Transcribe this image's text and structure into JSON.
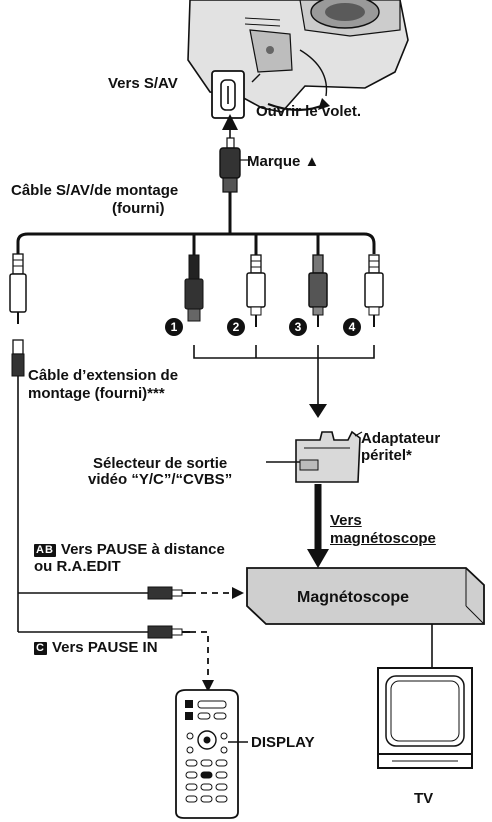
{
  "labels": {
    "vers_sav": "Vers S/AV",
    "ouvrir_volet": "Ouvrir le volet.",
    "marque": "Marque ▲",
    "cable_sav_line1": "Câble S/AV/de montage",
    "cable_sav_line2": "(fourni)",
    "cable_ext_line1": "Câble d’extension de",
    "cable_ext_line2": "montage (fourni)***",
    "selecteur_line1": "Sélecteur de sortie",
    "selecteur_line2": "vidéo “Y/C”/“CVBS”",
    "adaptateur_line1": "Adaptateur",
    "adaptateur_line2": "péritel*",
    "vers_magneto_line1": "Vers",
    "vers_magneto_line2": "magnétoscope",
    "tag_ab": "AB",
    "pause_distance_line1": "Vers PAUSE à distance",
    "pause_distance_line2": "ou R.A.EDIT",
    "magnetoscope": "Magnétoscope",
    "tag_c": "C",
    "pause_in": "Vers PAUSE IN",
    "display": "DISPLAY",
    "tv": "TV"
  },
  "plugs": [
    "1",
    "2",
    "3",
    "4"
  ],
  "icons": {
    "camcorder": "camcorder-icon",
    "connector": "sav-jack-icon",
    "scart": "scart-adapter-icon",
    "remote": "remote-control-icon",
    "vcr": "vcr-icon",
    "tv": "tv-icon"
  },
  "colors": {
    "ink": "#111111",
    "vcr_fill": "#cfcfcf",
    "adapter_fill": "#d9d9d9"
  }
}
